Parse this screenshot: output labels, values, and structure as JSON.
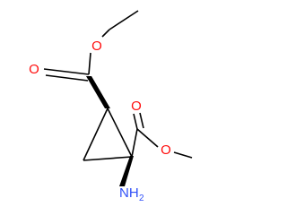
{
  "molecule": {
    "atoms": {
      "o_ethyl_ester": "O",
      "o_ethyl_carbonyl": "O",
      "o_methyl_carbonyl": "O",
      "o_methyl_ester": "O",
      "n_amino": "NH",
      "n_amino_subscript": "2"
    },
    "colors": {
      "bond": "#000000",
      "oxygen": "#ff0d0d",
      "nitrogen": "#3050f8"
    }
  }
}
